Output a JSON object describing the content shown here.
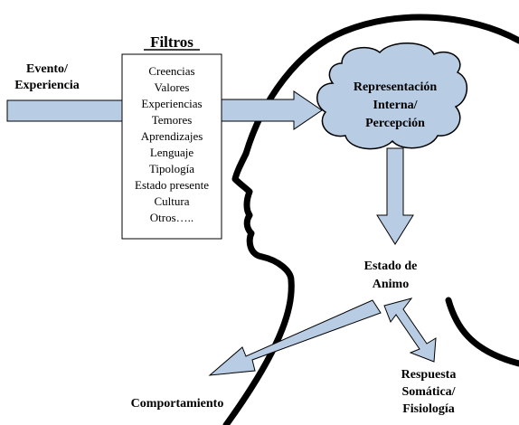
{
  "event": {
    "line1": "Evento/",
    "line2": "Experiencia"
  },
  "filters": {
    "title": "Filtros",
    "items": [
      "Creencias",
      "Valores",
      "Experiencias",
      "Temores",
      "Aprendizajes",
      "Lenguaje",
      "Tipología",
      "Estado presente",
      "Cultura",
      "Otros….."
    ]
  },
  "representation": {
    "line1": "Representación",
    "line2": "Interna/",
    "line3": "Percepción"
  },
  "mood": {
    "line1": "Estado de",
    "line2": "Animo"
  },
  "behavior": {
    "label": "Comportamiento"
  },
  "response": {
    "line1": "Respuesta",
    "line2": "Somática/",
    "line3": "Fisiología"
  },
  "colors": {
    "arrow_fill": "#b8cce4",
    "cloud_fill": "#b8cce4",
    "outline": "#000000"
  }
}
